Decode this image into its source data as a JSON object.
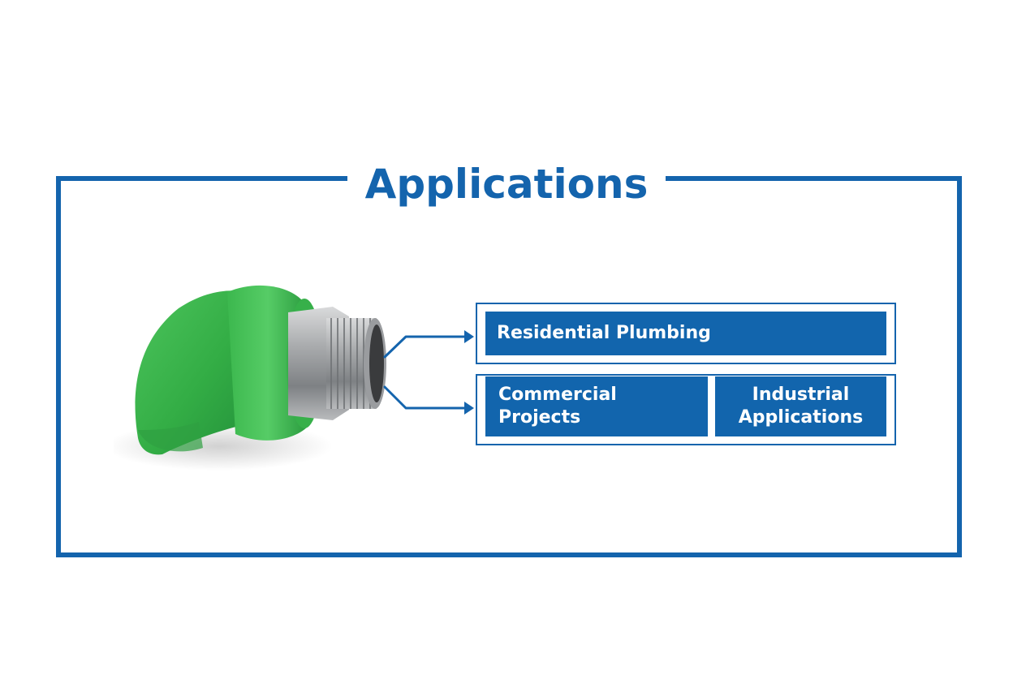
{
  "title": "Applications",
  "applications": {
    "residential": "Residential Plumbing",
    "commercial": "Commercial\nProjects",
    "industrial": "Industrial\nApplications"
  },
  "colors": {
    "brand_blue": "#1464ad",
    "fitting_green": "#3cb44a",
    "background": "#ffffff"
  },
  "icons": {
    "product": "pipe-elbow-fitting-icon",
    "connector": "arrow-right-icon"
  }
}
